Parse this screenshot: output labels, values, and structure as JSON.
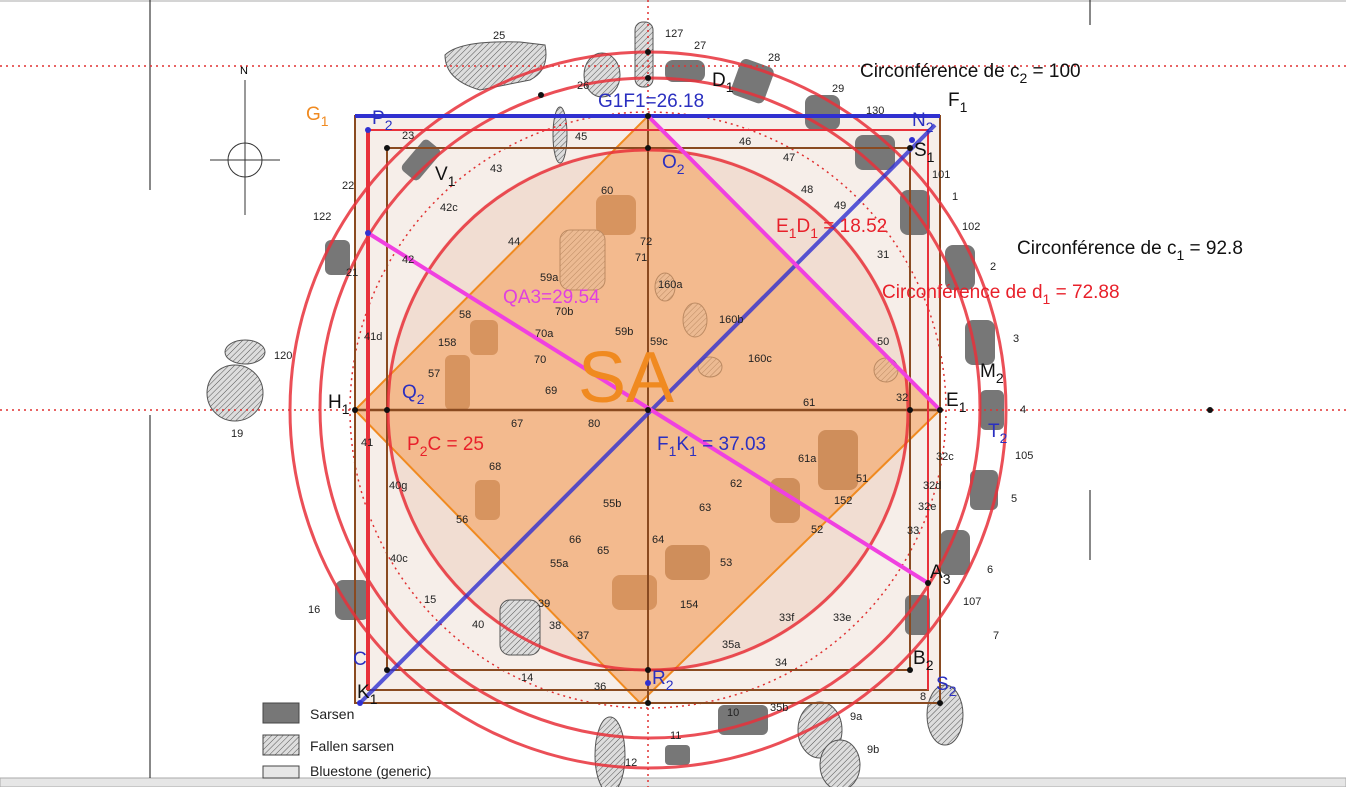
{
  "measurements": {
    "g1f1": {
      "text": "G1F1=26.18",
      "color": "#2a2fc0"
    },
    "e1d1": {
      "a": "E",
      "a_sub": "1",
      "b": "D",
      "b_sub": "1",
      "value": " = 18.52",
      "color": "#e8202a"
    },
    "c2": {
      "prefix": "Circonférence de c",
      "sub": "2",
      "value": " = 100"
    },
    "c1": {
      "prefix": "Circonférence de c",
      "sub": "1",
      "value": " = 92.8"
    },
    "d1": {
      "prefix": "Circonférence de d",
      "sub": "1",
      "value": " = 72.88",
      "color": "#e8202a"
    },
    "qa3": {
      "text": "QA3=29.54",
      "color": "#e040e0"
    },
    "p2c": {
      "a": "P",
      "a_sub": "2",
      "value": "C = 25",
      "color": "#e8202a"
    },
    "f1k1": {
      "a": "F",
      "a_sub": "1",
      "b": "K",
      "b_sub": "1",
      "value": " = 37.03",
      "color": "#2a2fc0"
    }
  },
  "points": {
    "G1": {
      "base": "G",
      "sub": "1"
    },
    "P2": {
      "base": "P",
      "sub": "2"
    },
    "F1": {
      "base": "F",
      "sub": "1"
    },
    "N2": {
      "base": "N",
      "sub": "2"
    },
    "S1": {
      "base": "S",
      "sub": "1"
    },
    "D1": {
      "base": "D",
      "sub": "1"
    },
    "O2": {
      "base": "O",
      "sub": "2"
    },
    "V1": {
      "base": "V",
      "sub": "1"
    },
    "H1": {
      "base": "H",
      "sub": "1"
    },
    "Q2": {
      "base": "Q",
      "sub": "2"
    },
    "E1": {
      "base": "E",
      "sub": "1"
    },
    "M2": {
      "base": "M",
      "sub": "2"
    },
    "T2": {
      "base": "T",
      "sub": "2"
    },
    "A3": {
      "base": "A",
      "sub": "3"
    },
    "B2": {
      "base": "B",
      "sub": "2"
    },
    "S2": {
      "base": "S",
      "sub": "2"
    },
    "C": {
      "base": "C"
    },
    "K1": {
      "base": "K",
      "sub": "1"
    },
    "R2": {
      "base": "R",
      "sub": "2"
    }
  },
  "big_label": "SA",
  "compass": "N",
  "stones": [
    "25",
    "127",
    "27",
    "28",
    "26",
    "29",
    "130",
    "23",
    "45",
    "46",
    "47",
    "22",
    "43",
    "48",
    "101",
    "1",
    "42c",
    "49",
    "102",
    "122",
    "60",
    "44",
    "72",
    "71",
    "31",
    "42",
    "2",
    "21",
    "59a",
    "160a",
    "70b",
    "58",
    "160b",
    "70a",
    "59b",
    "158",
    "41d",
    "3",
    "50",
    "120",
    "70",
    "160c",
    "59c",
    "57",
    "69",
    "32",
    "4",
    "19",
    "61",
    "41",
    "67",
    "80",
    "68",
    "61a",
    "105",
    "32c",
    "40g",
    "62",
    "51",
    "32d",
    "5",
    "55b",
    "152",
    "63",
    "32e",
    "56",
    "52",
    "33",
    "66",
    "64",
    "65",
    "40c",
    "55a",
    "53",
    "6",
    "15",
    "39",
    "154",
    "107",
    "40",
    "38",
    "33f",
    "33e",
    "7",
    "37",
    "35a",
    "34",
    "14",
    "36",
    "8",
    "10",
    "35b",
    "9a",
    "11",
    "9b",
    "12",
    "16"
  ],
  "legend": [
    "Sarsen",
    "Fallen sarsen",
    "Bluestone (generic)"
  ],
  "colors": {
    "red": "#e8303a",
    "blue": "#3030d0",
    "orange": "#f08a20",
    "magenta": "#f040e0",
    "brown": "#8a4a20"
  }
}
